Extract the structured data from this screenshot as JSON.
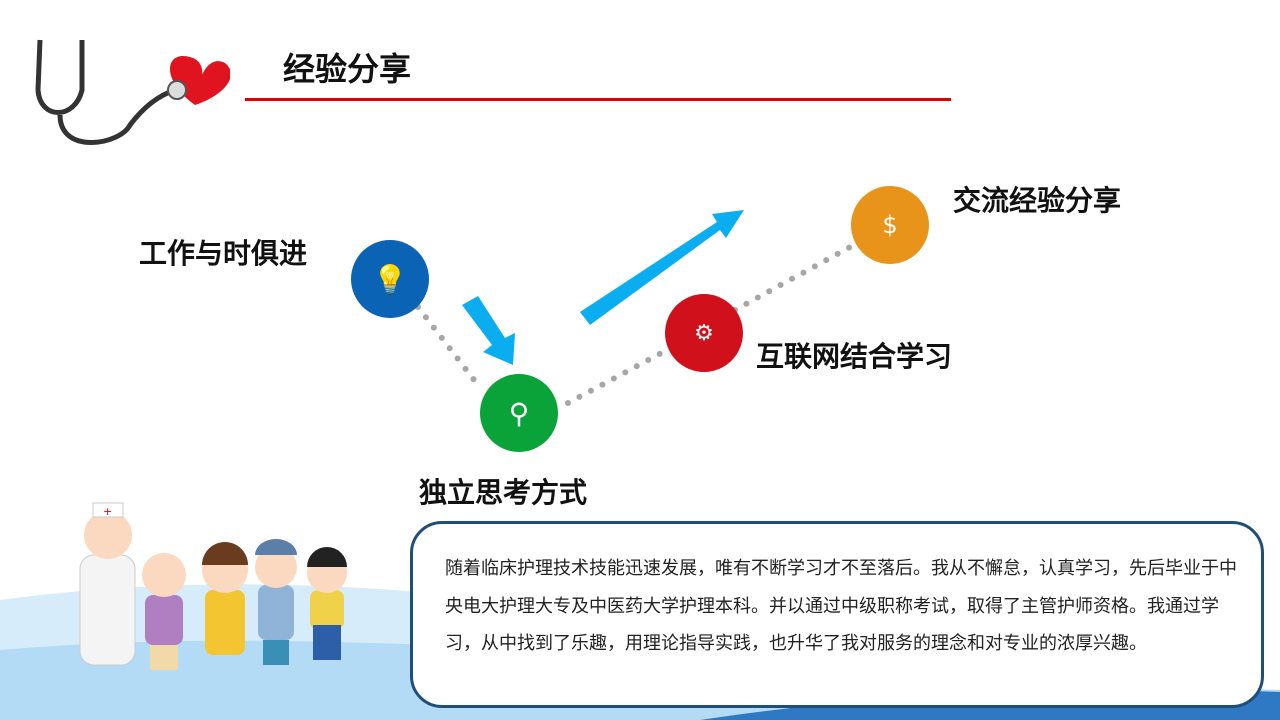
{
  "header": {
    "title": "经验分享"
  },
  "steps": [
    {
      "label": "工作与时俱进",
      "icon": "lightbulb-hand-icon",
      "color": "#0a63b5"
    },
    {
      "label": "独立思考方式",
      "icon": "person-magnifier-icon",
      "color": "#0aa33a"
    },
    {
      "label": "互联网结合学习",
      "icon": "people-gears-icon",
      "color": "#d0101a"
    },
    {
      "label": "交流经验分享",
      "icon": "money-bag-icon",
      "color": "#e8941a"
    }
  ],
  "body": {
    "text": "随着临床护理技术技能迅速发展，唯有不断学习才不至落后。我从不懈怠，认真学习，先后毕业于中央电大护理大专及中医药大学护理本科。并以通过中级职称考试，取得了主管护师资格。我通过学习，从中找到了乐趣，用理论指导实践，也升华了我对服务的理念和对专业的浓厚兴趣。"
  }
}
